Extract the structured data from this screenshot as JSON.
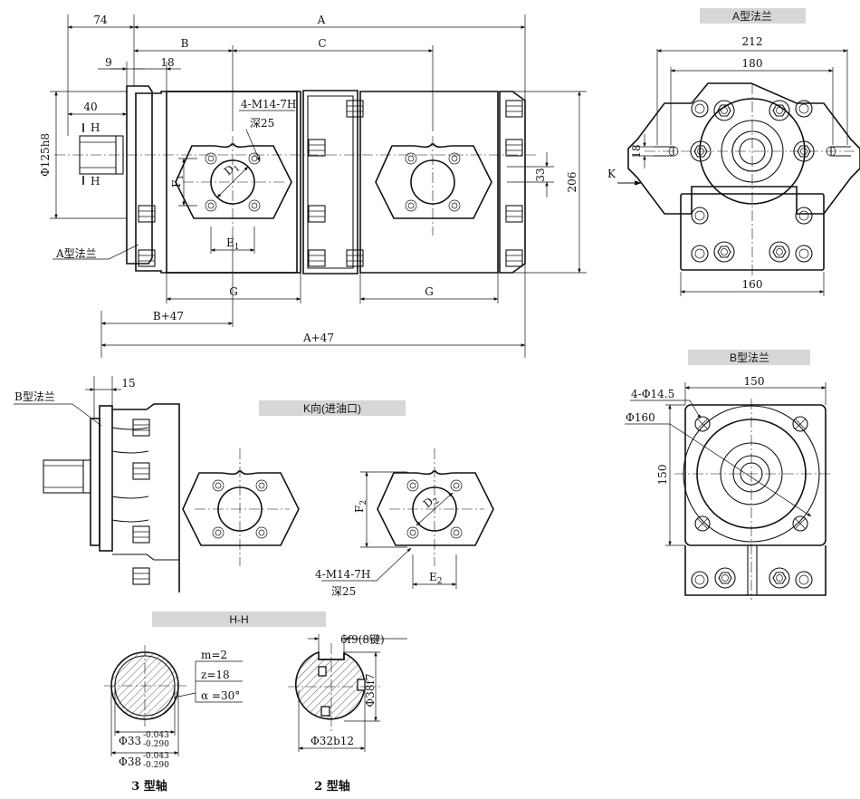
{
  "front_view": {
    "dims": {
      "d74": "74",
      "dA": "A",
      "dB": "B",
      "dC": "C",
      "d9": "9",
      "d18": "18",
      "d40": "40",
      "phi125": "Φ125h8",
      "H_top": "H",
      "H_bot": "H",
      "port_thread": "4-M14-7H",
      "port_depth": "深25",
      "F1": "F",
      "F1_sub": "1",
      "D1": "D",
      "D1_sub": "1",
      "E1": "E",
      "E1_sub": "1",
      "d33": "33",
      "d206": "206",
      "G1": "G",
      "G2": "G",
      "Bp47": "B+47",
      "Ap47": "A+47"
    },
    "callout_a_flange": "A型法兰"
  },
  "a_flange_view": {
    "title": "A型法兰",
    "d212": "212",
    "d180": "180",
    "d18": "18",
    "d160": "160",
    "K": "K"
  },
  "b_flange_view": {
    "title": "B型法兰",
    "hole_spec": "4-Φ14.5",
    "pcd": "Φ160",
    "w150": "150",
    "h150": "150"
  },
  "b_side_view": {
    "callout": "B型法兰",
    "d15": "15"
  },
  "k_view": {
    "title": "K向(进油口)",
    "F2": "F",
    "F2_sub": "2",
    "D2": "D",
    "D2_sub": "2",
    "E2": "E",
    "E2_sub": "2",
    "port_thread": "4-M14-7H",
    "port_depth": "深25"
  },
  "hh_section": {
    "title": "H-H",
    "m": "m=2",
    "z": "z=18",
    "alpha": "α =30°",
    "d33": "Φ33",
    "d33_up": "-0.043",
    "d33_lo": "-0.290",
    "d38": "Φ38",
    "d38_up": "-0.043",
    "d38_lo": "-0.290",
    "label": "3 型轴"
  },
  "shaft2": {
    "key": "6f9(8键)",
    "d38f7": "Φ38f7",
    "d32b12": "Φ32b12",
    "label": "2 型轴"
  }
}
